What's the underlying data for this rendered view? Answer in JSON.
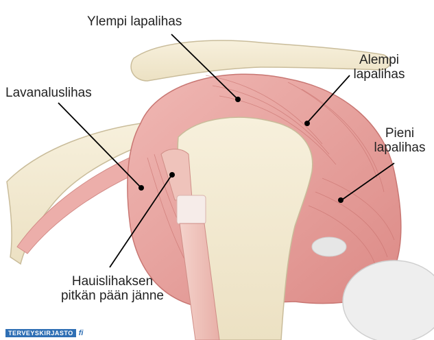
{
  "labels": {
    "supraspinatus": "Ylempi lapalihas",
    "infraspinatus_line1": "Alempi",
    "infraspinatus_line2": "lapalihas",
    "subscapularis": "Lavanaluslihas",
    "teres_minor_line1": "Pieni",
    "teres_minor_line2": "lapalihas",
    "biceps_line1": "Hauislihaksen",
    "biceps_line2": "pitkän pään jänne"
  },
  "branding": {
    "source": "TERVEYSKIRJASTO",
    "mark": "fi"
  },
  "colors": {
    "bone": "#f3ead2",
    "bone_outline": "#c9bc9a",
    "muscle": "#e9a7a3",
    "muscle_dark": "#d9837f",
    "tendon": "#f2cbc3",
    "cartilage": "#e6e6e6",
    "leader": "#000000"
  }
}
